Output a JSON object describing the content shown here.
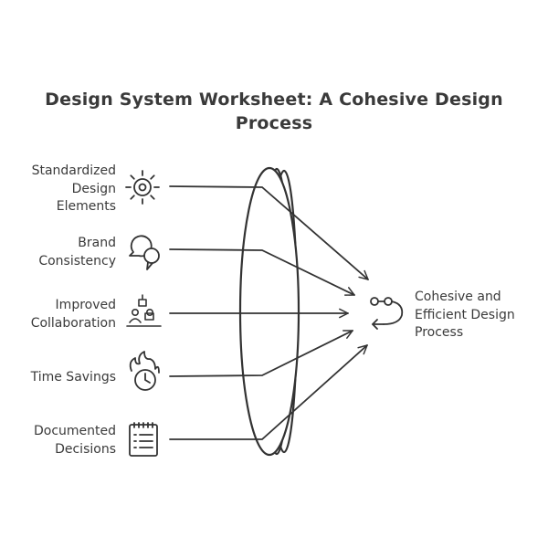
{
  "title": {
    "line1": "Design System Worksheet: A Cohesive Design",
    "line2": "Process"
  },
  "inputs": [
    {
      "lines": [
        "Standardized",
        "Design",
        "Elements"
      ],
      "icon": "sun-gear-icon"
    },
    {
      "lines": [
        "Brand",
        "Consistency"
      ],
      "icon": "speech-bubbles-icon"
    },
    {
      "lines": [
        "Improved",
        "Collaboration"
      ],
      "icon": "team-desk-icon"
    },
    {
      "lines": [
        "Time Savings"
      ],
      "icon": "burning-clock-icon"
    },
    {
      "lines": [
        "Documented",
        "Decisions"
      ],
      "icon": "document-list-icon"
    }
  ],
  "output": {
    "lines": [
      "Cohesive and",
      "Efficient Design",
      "Process"
    ],
    "icon": "process-flow-icon"
  },
  "colors": {
    "stroke": "#333333",
    "text": "#3a3a3a",
    "background": "#ffffff"
  }
}
